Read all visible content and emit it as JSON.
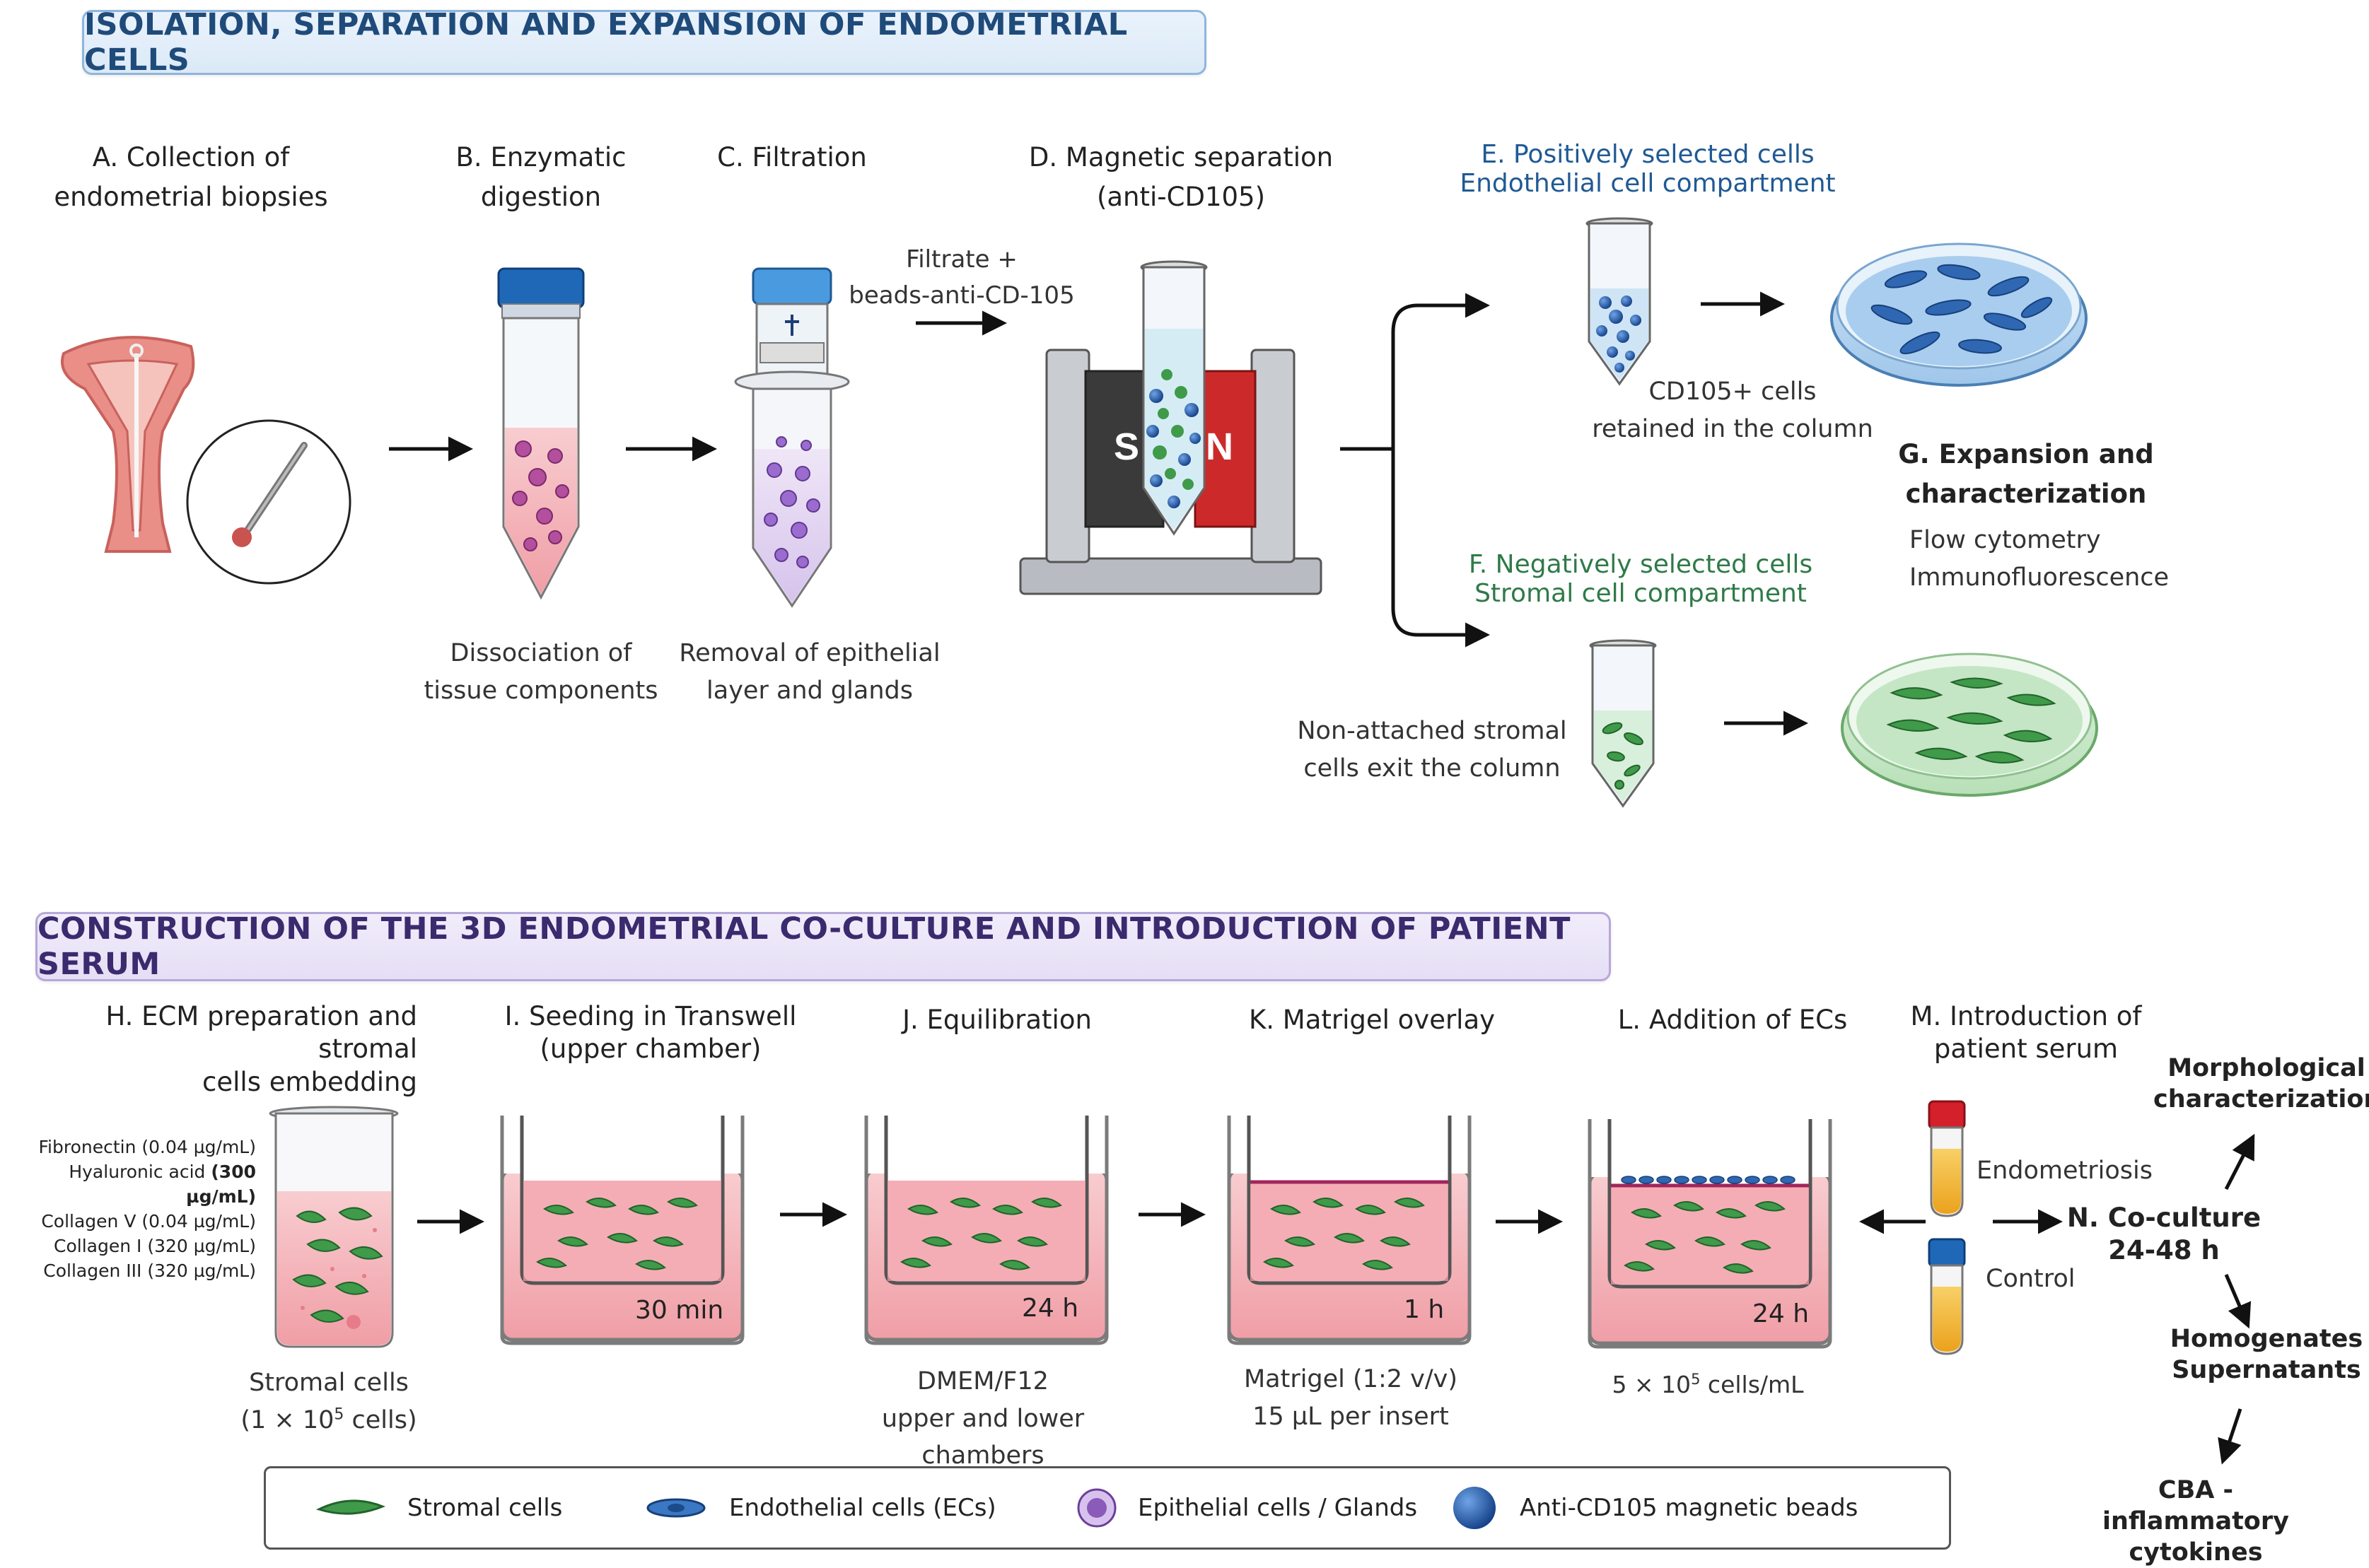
{
  "top": {
    "banner": "ISOLATION, SEPARATION AND EXPANSION OF ENDOMETRIAL CELLS",
    "A": {
      "title_1": "A. Collection of",
      "title_2": "endometrial biopsies"
    },
    "B": {
      "title_1": "B. Enzymatic",
      "title_2": "digestion",
      "note_1": "Dissociation of",
      "note_2": "tissue components"
    },
    "C": {
      "title": "C. Filtration",
      "note_1": "Removal of epithelial",
      "note_2": "layer and glands"
    },
    "filtrate_1": "Filtrate +",
    "filtrate_2": "beads-anti-CD-105",
    "D": {
      "title_1": "D. Magnetic separation",
      "title_2": "(anti-CD105)",
      "magnet_s": "S",
      "magnet_n": "N"
    },
    "E": {
      "title_1": "E. Positively selected cells",
      "title_2": "Endothelial cell compartment",
      "note_1": "CD105+ cells",
      "note_2": "retained in the column"
    },
    "F": {
      "title_1": "F. Negatively selected cells",
      "title_2": "Stromal cell compartment",
      "note_1": "Non-attached stromal",
      "note_2": "cells exit the column"
    },
    "G": {
      "title_1": "G. Expansion and",
      "title_2": "characterization",
      "note_1": "Flow cytometry",
      "note_2": "Immunofluorescence"
    }
  },
  "bottom": {
    "banner": "CONSTRUCTION OF THE 3D ENDOMETRIAL CO-CULTURE AND INTRODUCTION OF PATIENT SERUM",
    "H": {
      "title_1": "H. ECM preparation and stromal",
      "title_2": "cells embedding",
      "ecm": [
        [
          "Fibronectin",
          "(0.04 µg/mL)"
        ],
        [
          "Hyaluronic acid",
          "(300 µg/mL)"
        ],
        [
          "Collagen V",
          "(0.04 µg/mL)"
        ],
        [
          "Collagen I",
          "(320 µg/mL)"
        ],
        [
          "Collagen III",
          "(320 µg/mL)"
        ]
      ],
      "note_1": "Stromal cells",
      "note_2a": "(1 × 10",
      "note_2sup": "5",
      "note_2b": " cells)"
    },
    "I": {
      "title_1": "I. Seeding in Transwell",
      "title_2": "(upper chamber)",
      "time": "30 min"
    },
    "J": {
      "title": "J. Equilibration",
      "time": "24 h",
      "note_1": "DMEM/F12",
      "note_2": "upper and lower chambers"
    },
    "K": {
      "title": "K. Matrigel overlay",
      "time": "1 h",
      "note_1": "Matrigel (1:2 v/v)",
      "note_2": "15 µL per insert"
    },
    "L": {
      "title": "L. Addition of ECs",
      "time": "24 h",
      "note_a": "5 × 10",
      "note_sup": "5",
      "note_b": " cells/mL"
    },
    "M": {
      "title_1": "M. Introduction of",
      "title_2": "patient serum",
      "endometriosis": "Endometriosis",
      "control": "Control"
    },
    "N": {
      "title_1": "N. Co-culture",
      "title_2": "24-48 h"
    },
    "outputs": {
      "morph_1": "Morphological",
      "morph_2": "characterization",
      "homog_1": "Homogenates",
      "homog_2": "Supernatants",
      "cba_1": "CBA - inflammatory",
      "cba_2": "cytokines"
    }
  },
  "legend": {
    "stromal": "Stromal cells",
    "endothelial": "Endothelial cells (ECs)",
    "epithelial": "Epithelial cells / Glands",
    "beads": "Anti-CD105 magnetic beads"
  },
  "colors": {
    "stromal": "#3f9a4a",
    "endothelial": "#3a78c4",
    "epithelial": "#8a5bb8",
    "bead": "#1f5bb0",
    "media": "#f4b9bd",
    "magnet_n": "#cc2a2a",
    "magnet_s": "#3a3a3a",
    "serum": "#f0b224"
  }
}
